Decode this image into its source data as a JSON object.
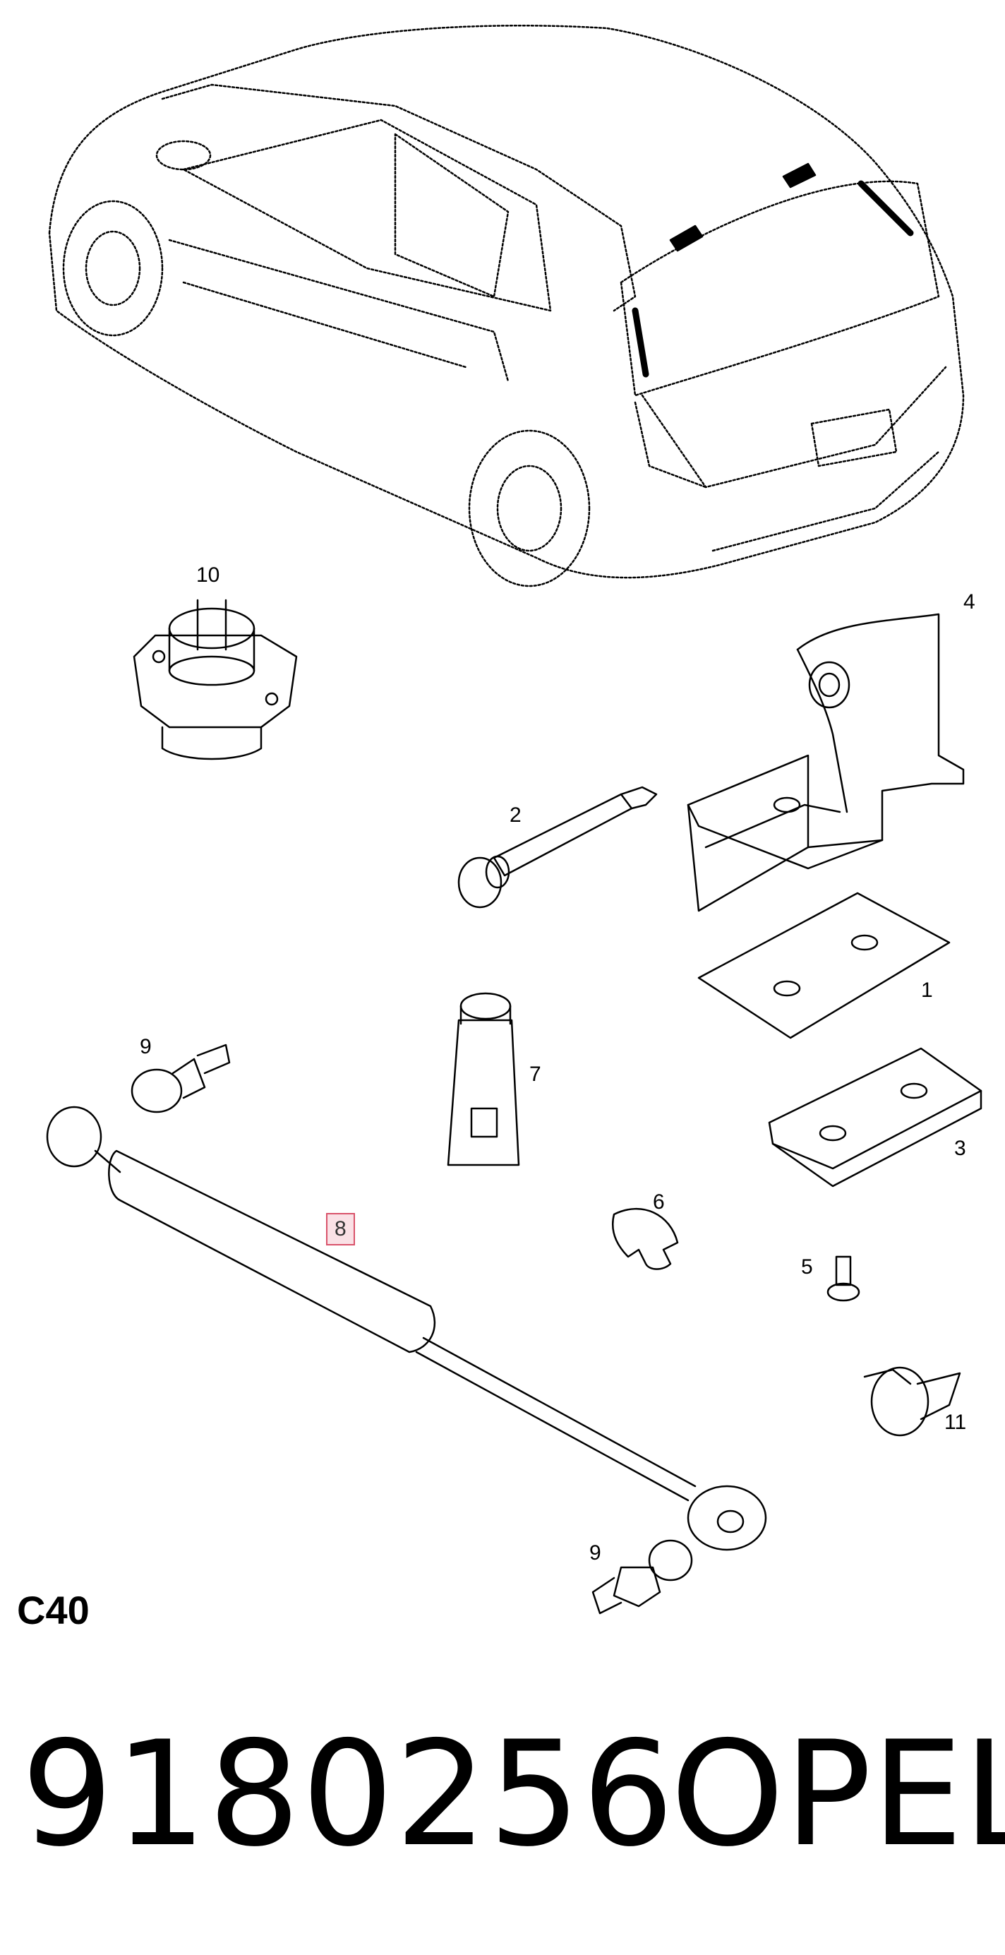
{
  "diagram": {
    "callouts": {
      "c10": "10",
      "c4": "4",
      "c2": "2",
      "c1": "1",
      "c9a": "9",
      "c7": "7",
      "c3": "3",
      "c8": "8",
      "c6": "6",
      "c5": "5",
      "c11": "11",
      "c9b": "9"
    },
    "highlight_color": "#d9536b"
  },
  "section_code": "C40",
  "footer": {
    "part_number": "9180256",
    "brand": "OPEL"
  }
}
